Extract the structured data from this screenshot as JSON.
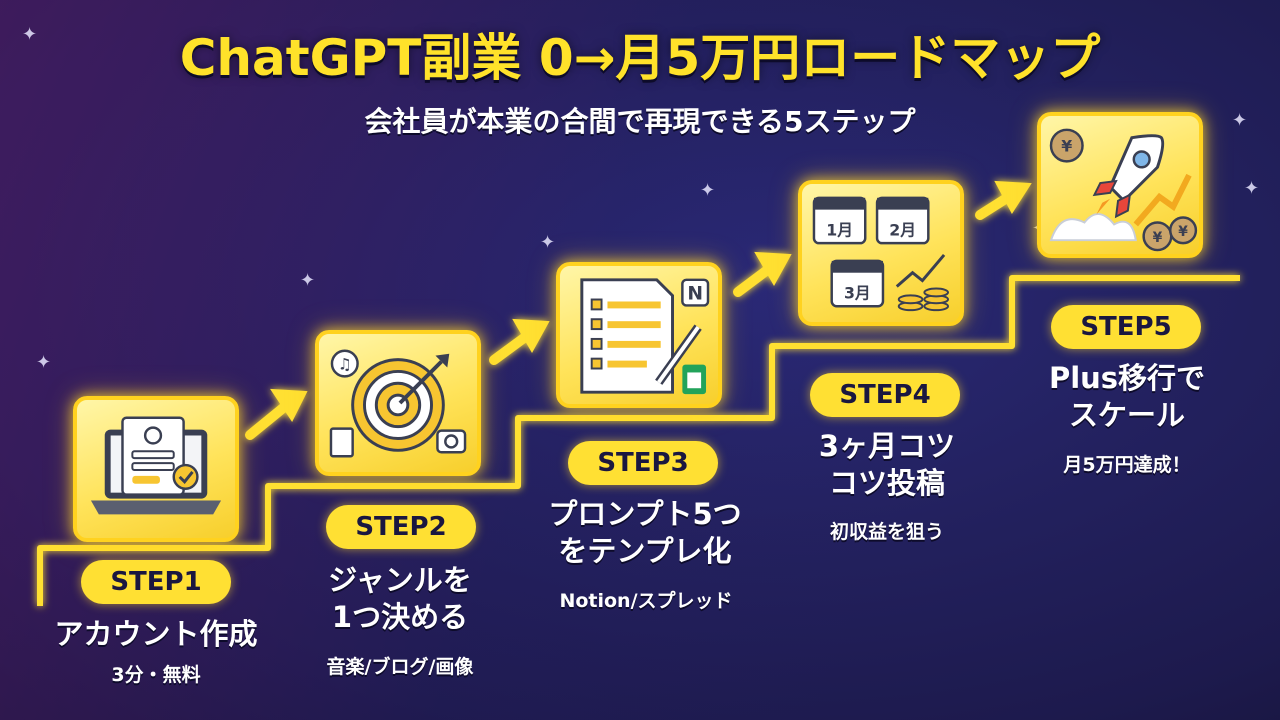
{
  "title": "ChatGPT副業 0→月5万円ロードマップ",
  "subtitle": "会社員が本業の合間で再現できる5ステップ",
  "colors": {
    "accent": "#ffe033",
    "text": "#ffffff",
    "bg": "#1d1a4d"
  },
  "steps": [
    {
      "badge": "STEP1",
      "label": "アカウント作成",
      "note": "3分・無料",
      "icon": "laptop-signup-icon"
    },
    {
      "badge": "STEP2",
      "label": "ジャンルを\n1つ決める",
      "note": "音楽/ブログ/画像",
      "icon": "target-icon"
    },
    {
      "badge": "STEP3",
      "label": "プロンプト5つ\nをテンプレ化",
      "note": "Notion/スプレッド",
      "icon": "template-document-icon"
    },
    {
      "badge": "STEP4",
      "label": "3ヶ月コツ\nコツ投稿",
      "note": "初収益を狙う",
      "icon": "calendar-coins-icon"
    },
    {
      "badge": "STEP5",
      "label": "Plus移行で\nスケール",
      "note": "月5万円達成！",
      "icon": "rocket-moneybags-icon"
    }
  ],
  "icon_text": {
    "month1": "1月",
    "month2": "2月",
    "month3": "3月",
    "yen": "¥",
    "notion": "N"
  }
}
